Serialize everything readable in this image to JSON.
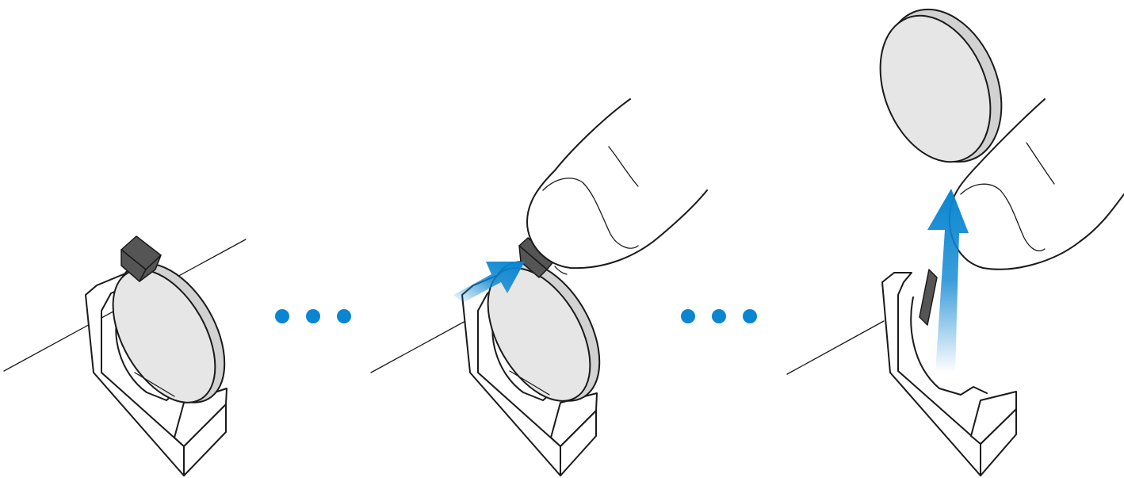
{
  "steps": [
    {
      "action": "locate-release-tab"
    },
    {
      "action": "press-tab",
      "arrow": "diagonal"
    },
    {
      "action": "remove-battery",
      "arrow": "upward"
    }
  ],
  "separators": [
    {
      "dots": 3
    },
    {
      "dots": 3
    }
  ],
  "colors": {
    "accent": "#0a85d1",
    "outline": "#1a1a1a",
    "cell_face": "#e6e6e6",
    "cell_rim": "#d2d2d2",
    "tab": "#555555"
  },
  "icons": [
    "coin-cell-battery-icon",
    "battery-holder-icon",
    "finger-icon",
    "arrow-icon",
    "ellipsis-dots-icon"
  ]
}
